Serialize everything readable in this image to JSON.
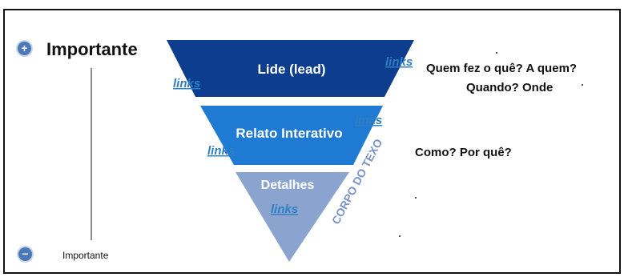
{
  "scale": {
    "top_label": "Importante",
    "bottom_label": "Importante",
    "plus_icon": "plus-circle-icon",
    "minus_icon": "minus-circle-icon"
  },
  "pyramid": {
    "levels": [
      {
        "label": "Lide (lead)",
        "color": "#0d3d8e",
        "links": [
          "links",
          "links"
        ]
      },
      {
        "label": "Relato Interativo",
        "color": "#1f7ad3",
        "links": [
          "links",
          "links"
        ]
      },
      {
        "label": "Detalhes",
        "color": "#8aa3cf",
        "links": [
          "links"
        ]
      }
    ],
    "side_label": "CORPO DO TEXO"
  },
  "questions": {
    "line1": "Quem fez o quê? A quem?",
    "line2": "Quando? Onde",
    "line3": "Como? Por quê?"
  },
  "colors": {
    "dark_blue": "#0d3d8e",
    "mid_blue": "#1f7ad3",
    "light_blue": "#8aa3cf",
    "link_blue": "#2f7fc4",
    "icon_blue": "#4a78b8"
  }
}
